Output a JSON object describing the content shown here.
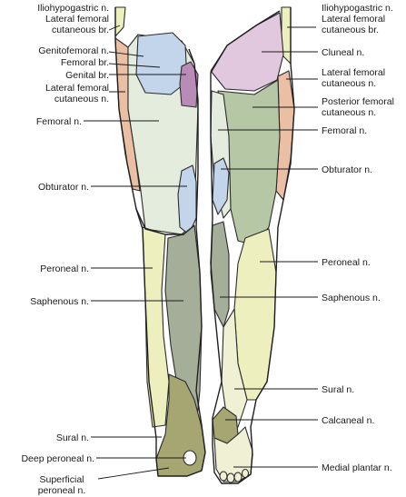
{
  "colors": {
    "pink": "#e2c8de",
    "blue": "#c3d5ea",
    "purple": "#b98bb7",
    "salmon": "#ebbfa4",
    "pale_green": "#e4ecdd",
    "sage": "#b6c7a5",
    "gray_green": "#a5ae99",
    "yellow": "#edefbf",
    "olive": "#a6a672",
    "cream": "#f0f0d4"
  },
  "labels": {
    "iliohypogastric_left": "Iliohypogastric n.",
    "lateral_femoral_cut_br_left_1": "Lateral femoral",
    "lateral_femoral_cut_br_left_2": "cutaneous br.",
    "genitofemoral": "Genitofemoral n.",
    "femoral_br": "Femoral br.",
    "genital_br": "Genital br.",
    "lateral_femoral_left_1": "Lateral femoral",
    "lateral_femoral_left_2": "cutaneous n.",
    "femoral_left": "Femoral n.",
    "obturator_left": "Obturator n.",
    "peroneal_left": "Peroneal n.",
    "saphenous_left": "Saphenous n.",
    "sural_left": "Sural n.",
    "deep_peroneal": "Deep peroneal n.",
    "superficial_peroneal_1": "Superficial",
    "superficial_peroneal_2": "peroneal n.",
    "iliohypogastric_right": "Iliohypogastric n.",
    "lateral_femoral_cut_br_right_1": "Lateral femoral",
    "lateral_femoral_cut_br_right_2": "cutaneous br.",
    "cluneal": "Cluneal n.",
    "lateral_femoral_right_1": "Lateral femoral",
    "lateral_femoral_right_2": "cutaneous n.",
    "posterior_femoral_1": "Posterior femoral",
    "posterior_femoral_2": "cutaneous n.",
    "femoral_right": "Femoral n.",
    "obturator_right": "Obturator n.",
    "peroneal_right": "Peroneal n.",
    "saphenous_right": "Saphenous n.",
    "sural_right": "Sural n.",
    "calcaneal": "Calcaneal n.",
    "medial_plantar": "Medial plantar n."
  }
}
